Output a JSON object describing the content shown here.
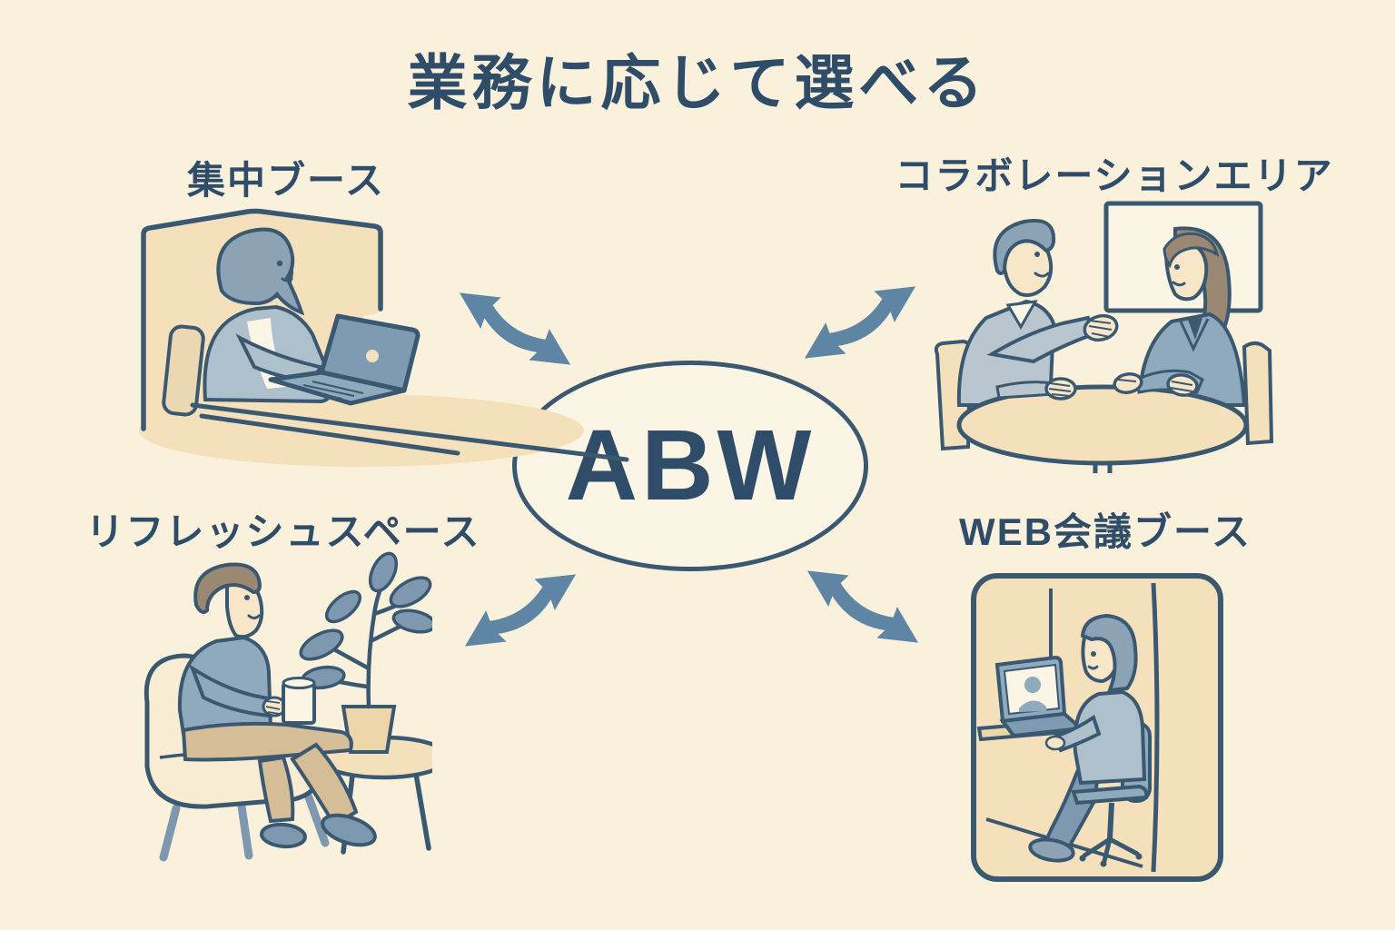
{
  "title": "業務に応じて選べる",
  "center": {
    "label": "ABW"
  },
  "areas": [
    {
      "label": "集中ブース",
      "position": "top-left",
      "illustration": "woman-working-on-laptop-in-focus-booth"
    },
    {
      "label": "コラボレーションエリア",
      "position": "top-right",
      "illustration": "two-people-talking-at-round-table"
    },
    {
      "label": "リフレッシュスペース",
      "position": "bottom-left",
      "illustration": "man-relaxing-in-armchair-with-mug-and-plant"
    },
    {
      "label": "WEB会議ブース",
      "position": "bottom-right",
      "illustration": "person-on-video-call-in-meeting-pod"
    }
  ],
  "colors": {
    "background": "#F9F1DC",
    "ink": "#3B5871",
    "text": "#2F4C68",
    "arrow": "#5E86A4",
    "tan": "#F4E1BC",
    "tan_dark": "#D5BE97",
    "cream": "#F8EDD3",
    "paper": "#FBF5E6",
    "skin": "#F7E6C8",
    "blue_light": "#AEC0CC",
    "grey_shirt": "#B9C6D0",
    "blue_mid": "#8FA9BD",
    "blue_deep": "#7E9BB1",
    "hair_blue": "#8CA3B6",
    "hair_brown": "#9A8873",
    "leaf": "#7E99AF"
  }
}
